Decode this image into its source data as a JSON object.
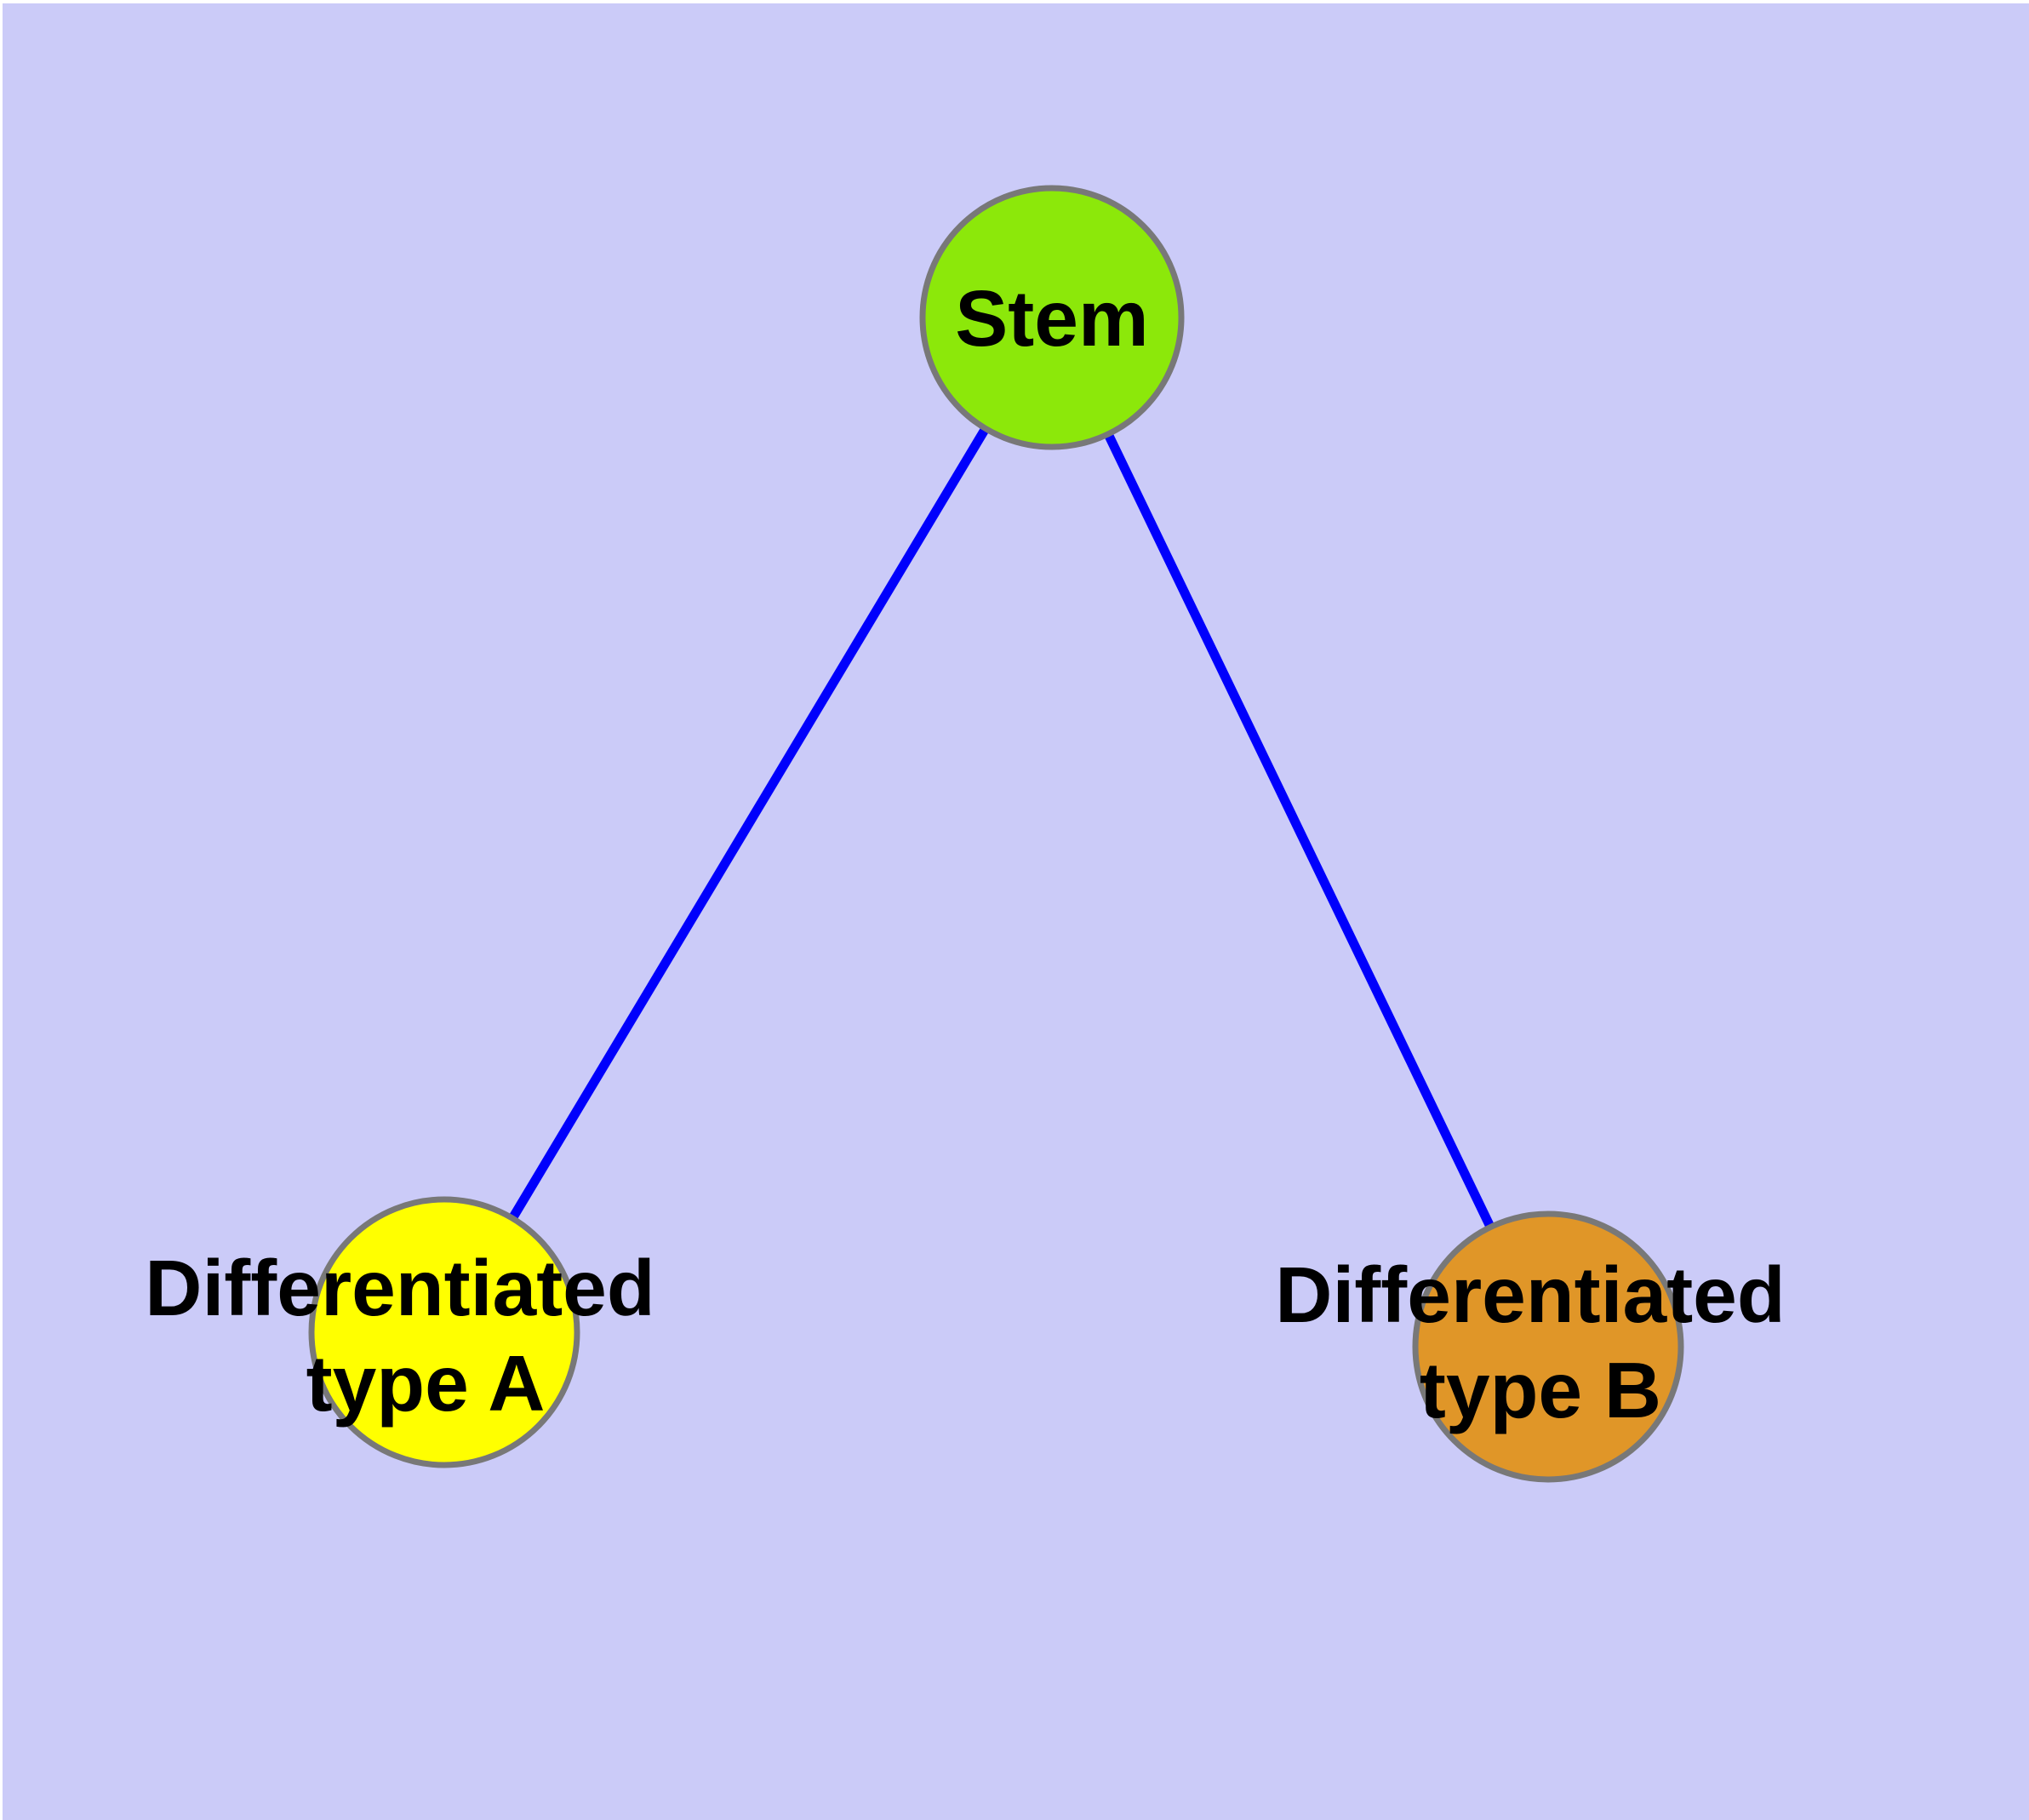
{
  "diagram": {
    "background_color": "#CBCBF8",
    "frame_color": "#FFFFFF",
    "edge_color": "#0000FC",
    "node_border_color": "#787878",
    "text_color": "#000000",
    "nodes": {
      "stem": {
        "label": "Stem",
        "fill_color": "#8CE80A"
      },
      "type_a": {
        "label_line1": "Differentiated",
        "label_line2": "type A",
        "fill_color": "#FFFF00"
      },
      "type_b": {
        "label_line1": "Differentiated",
        "label_line2": "type B",
        "fill_color": "#E09628"
      }
    },
    "edges": [
      {
        "from": "Stem",
        "to": "Differentiated type A"
      },
      {
        "from": "Stem",
        "to": "Differentiated type B"
      }
    ]
  }
}
